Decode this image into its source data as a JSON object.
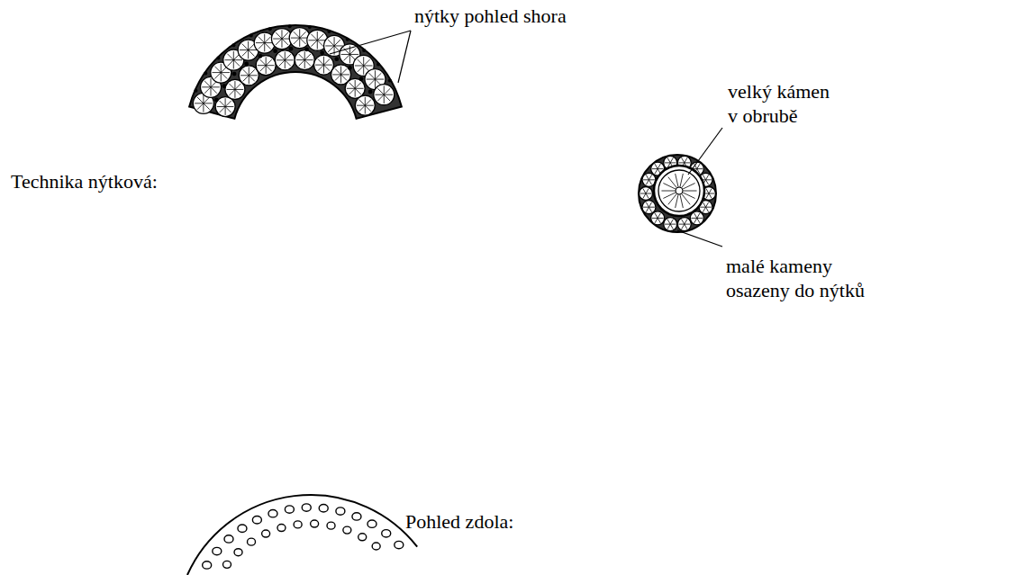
{
  "diagram": {
    "labels": [
      "nýtky pohled shora",
      "Technika nýtková:",
      "velký kámen v obrubě",
      "malé kameny osazeny do nýtků",
      "Pohled zdola:"
    ]
  }
}
